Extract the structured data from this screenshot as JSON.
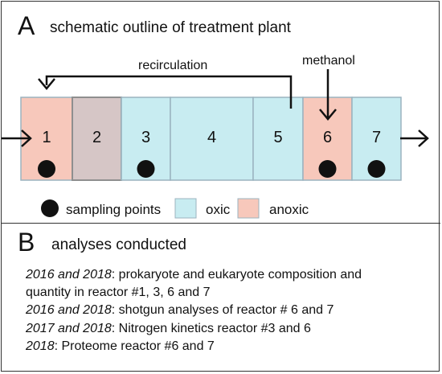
{
  "panelA": {
    "letter": "A",
    "title": "schematic outline of treatment plant",
    "recirculation_label": "recirculation",
    "methanol_label": "methanol",
    "reactors": [
      {
        "label": "1",
        "type": "anoxic",
        "sampled": true
      },
      {
        "label": "2",
        "type": "other",
        "sampled": false
      },
      {
        "label": "3",
        "type": "oxic",
        "sampled": true
      },
      {
        "label": "4",
        "type": "oxic",
        "sampled": false
      },
      {
        "label": "5",
        "type": "oxic",
        "sampled": false
      },
      {
        "label": "6",
        "type": "anoxic",
        "sampled": true
      },
      {
        "label": "7",
        "type": "oxic",
        "sampled": true
      }
    ],
    "legend": {
      "sampling": "sampling points",
      "oxic": "oxic",
      "anoxic": "anoxic"
    },
    "colors": {
      "oxic": "#c8ecf1",
      "anoxic": "#f7c8bb",
      "other": "#d6c6c6",
      "border": "#9bb3bf",
      "dot": "#111111"
    }
  },
  "panelB": {
    "letter": "B",
    "title": "analyses conducted",
    "lines": [
      {
        "years": "2016 and 2018",
        "text": ": prokaryote and eukaryote composition and"
      },
      {
        "years": "",
        "text": "quantity in reactor #1, 3, 6 and 7"
      },
      {
        "years": "2016 and 2018",
        "text": ": shotgun analyses of reactor # 6 and 7"
      },
      {
        "years": "2017 and 2018",
        "text": ": Nitrogen kinetics reactor #3 and 6"
      },
      {
        "years": "2018",
        "text": ": Proteome reactor #6 and 7"
      }
    ]
  }
}
